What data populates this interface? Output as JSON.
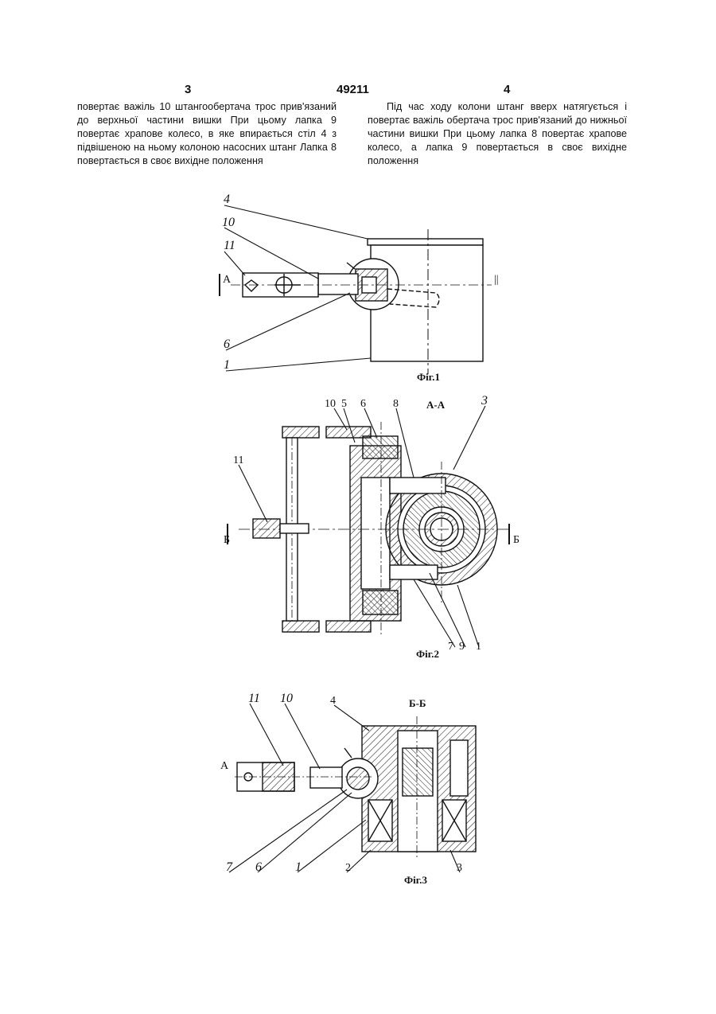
{
  "header": {
    "page_left": "3",
    "patent_number": "49211",
    "page_right": "4"
  },
  "text": {
    "left_column": "повертає важіль 10 штангообертача трос прив'язаний до верхньої частини вишки При цьому лапка 9 повертає храпове колесо, в яке впирається стіл 4 з підвішеною на ньому колоною насосних штанг Лапка 8 повертається в своє вихідне положення",
    "right_column": "Під час ходу колони штанг вверх натягується і повертає важіль обертача трос прив'язаний до нижньої частини вишки При цьому лапка 8 повертає храпове колесо, а лапка 9 повертається в своє вихідне положення"
  },
  "fig1": {
    "caption": "Фіг.1",
    "labels": [
      "4",
      "10",
      "11",
      "6",
      "1"
    ],
    "section_left": "А",
    "section_right": "||"
  },
  "fig2": {
    "caption": "Фіг.2",
    "title": "А-А",
    "labels": [
      "10",
      "5",
      "6",
      "8",
      "3",
      "11",
      "7",
      "9",
      "1"
    ],
    "section_left": "Б",
    "section_right": "Б"
  },
  "fig3": {
    "caption": "Фіг.3",
    "title": "Б-Б",
    "labels": [
      "11",
      "10",
      "4",
      "7",
      "6",
      "1",
      "2",
      "3"
    ],
    "section_left": "А"
  },
  "colors": {
    "ink": "#111111",
    "paper": "#ffffff",
    "hatch": "#222222"
  }
}
